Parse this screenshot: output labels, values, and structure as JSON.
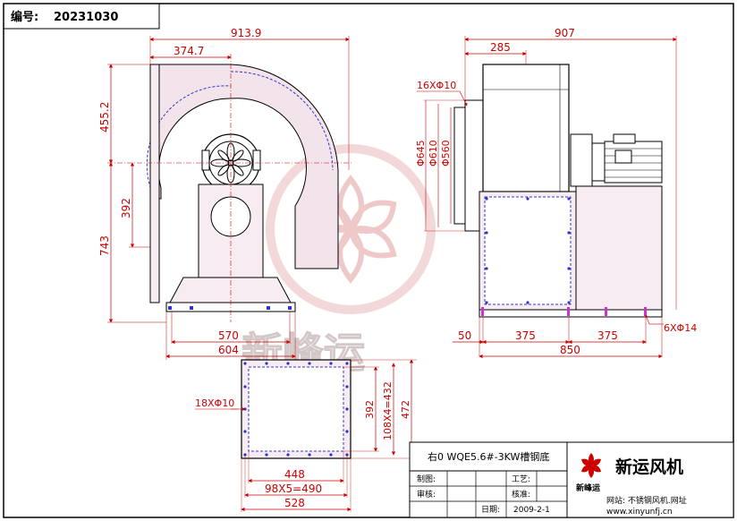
{
  "header": {
    "drawing_no_label": "编号:",
    "drawing_no": "20231030"
  },
  "front_view": {
    "dims": {
      "overall_width": "913.9",
      "outlet_offset": "374.7",
      "upper_height": "455.2",
      "center_height": "392",
      "total_height": "743",
      "base_inner": "570",
      "base_outer": "604"
    }
  },
  "side_view": {
    "dims": {
      "overall_length": "907",
      "housing_depth": "285",
      "bolt_spec": "16XΦ10",
      "dia_outer": "Φ645",
      "dia_mid": "Φ610",
      "dia_inner": "Φ560",
      "base_edge": "50",
      "span_left": "375",
      "span_right": "375",
      "base_total": "850",
      "base_holes": "6XΦ14"
    }
  },
  "flange_view": {
    "dims": {
      "holes": "18XΦ10",
      "inner_height": "392",
      "pitch_vertical": "108X4=432",
      "outer_height": "472",
      "inner_width": "448",
      "pitch_horizontal": "98X5=490",
      "outer_width": "528"
    }
  },
  "title_block": {
    "model": "右0 WQE5.6#-3KW槽钢底",
    "rows": [
      {
        "label": "制图:",
        "label2": "工艺:"
      },
      {
        "label": "审核:",
        "label2": "核准:"
      },
      {
        "label": "",
        "label2": "日期:",
        "value2": "2009-2-1"
      }
    ],
    "company": "新运风机",
    "logo_text": "新峰运",
    "website_label": "网站: 不锈钢风机.网址",
    "website": "www.xinyunfj.cn"
  },
  "watermark": {
    "text": "新峰运",
    "reg_mark": "R"
  },
  "colors": {
    "dim": "#cc0000",
    "line": "#000000",
    "accent": "#3333cc",
    "housing_fill": "#f1dfe8"
  }
}
